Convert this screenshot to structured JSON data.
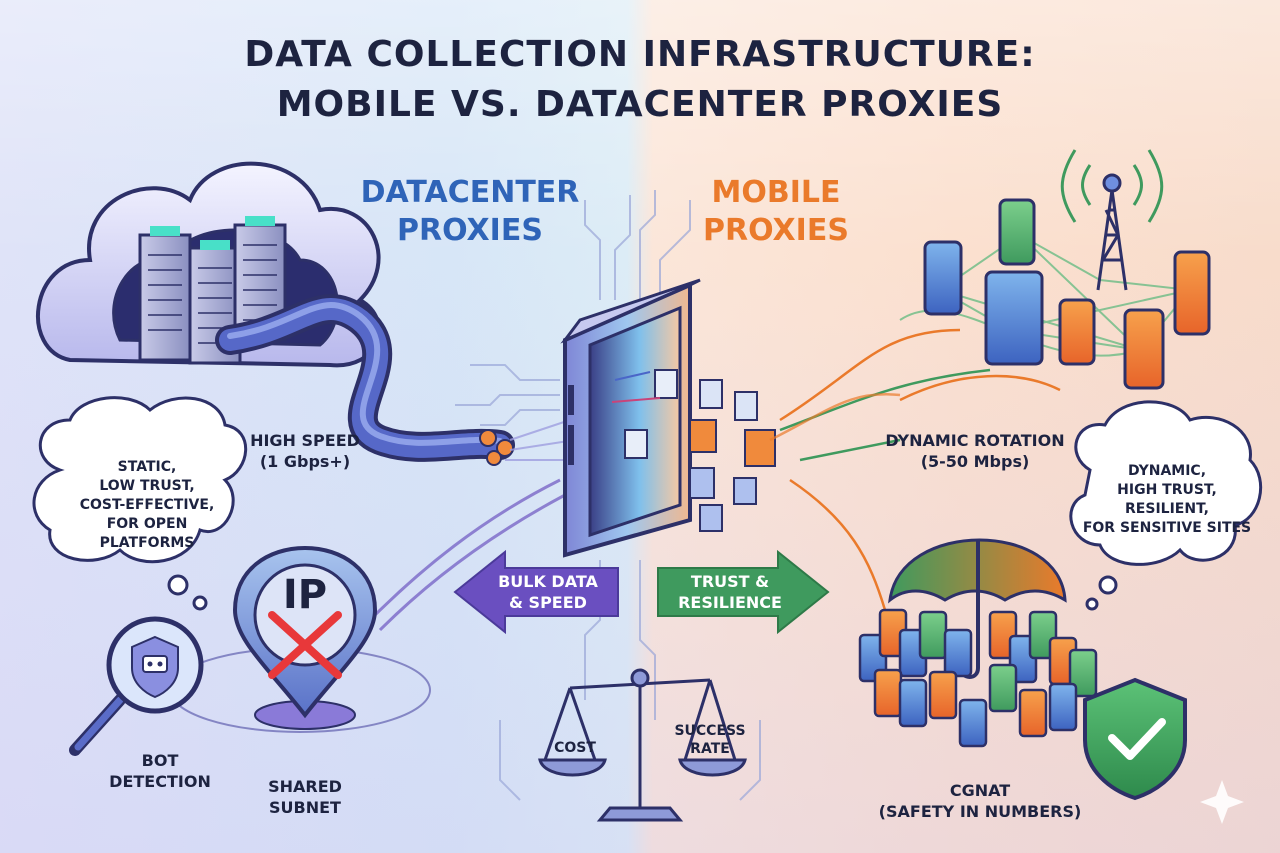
{
  "title": {
    "line1": "DATA COLLECTION INFRASTRUCTURE:",
    "line2": "MOBILE VS. DATACENTER PROXIES"
  },
  "datacenter": {
    "heading_line1": "DATACENTER",
    "heading_line2": "PROXIES",
    "speed_line1": "HIGH SPEED",
    "speed_line2": "(1 Gbps+)",
    "bubble": [
      "STATIC,",
      "LOW TRUST,",
      "COST-EFFECTIVE,",
      "FOR OPEN",
      "PLATFORMS"
    ],
    "bot_line1": "BOT",
    "bot_line2": "DETECTION",
    "subnet_line1": "SHARED",
    "subnet_line2": "SUBNET",
    "ip_label": "IP",
    "arrow_line1": "BULK DATA",
    "arrow_line2": "& SPEED"
  },
  "mobile": {
    "heading_line1": "MOBILE",
    "heading_line2": "PROXIES",
    "rotation_line1": "DYNAMIC ROTATION",
    "rotation_line2": "(5-50 Mbps)",
    "bubble": [
      "DYNAMIC,",
      "HIGH TRUST,",
      "RESILIENT,",
      "FOR SENSITIVE SITES"
    ],
    "cgnat_line1": "CGNAT",
    "cgnat_line2": "(SAFETY IN NUMBERS)",
    "arrow_line1": "TRUST &",
    "arrow_line2": "RESILIENCE"
  },
  "scale": {
    "left_label": "COST",
    "right_label_line1": "SUCCESS",
    "right_label_line2": "RATE"
  },
  "colors": {
    "datacenter_blue": "#2f64b8",
    "mobile_orange": "#ea7a2b",
    "purple_arrow": "#6a4fc0",
    "green_arrow": "#3f9a5e",
    "ink": "#1d2340"
  }
}
